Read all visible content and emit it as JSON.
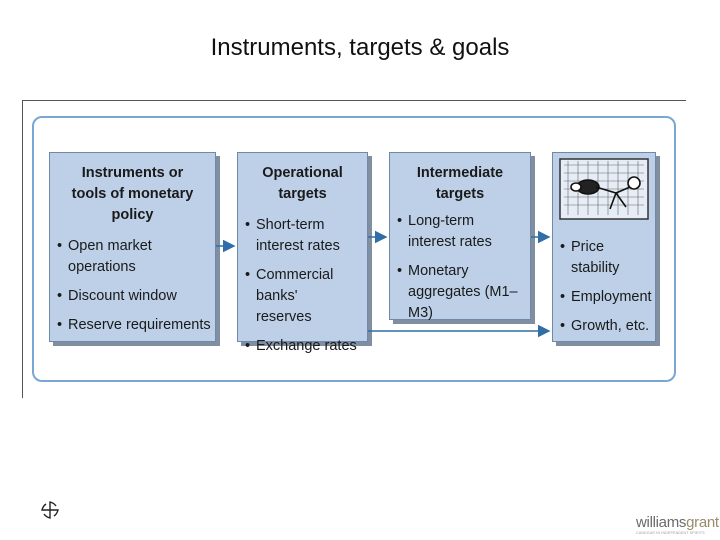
{
  "slide": {
    "title": "Instruments, targets & goals"
  },
  "diagram": {
    "boxes": [
      {
        "heading": "Instruments or\ntools of monetary\npolicy",
        "items": [
          "Open market operations",
          "Discount window",
          "Reserve requirements"
        ]
      },
      {
        "heading": "Operational targets",
        "items": [
          "Short-term\ninterest rates",
          "Commercial banks'\nreserves",
          "Exchange rates"
        ]
      },
      {
        "heading": "Intermediate\ntargets",
        "items": [
          "Long-term\ninterest rates",
          "Monetary\naggregates (M1–M3)"
        ]
      },
      {
        "heading": "",
        "items": [
          "Price stability",
          "Employment",
          "Growth, etc."
        ]
      }
    ],
    "bullet_char": "•",
    "colors": {
      "box_fill": "#bdd0e8",
      "arrow": "#2f6ea6",
      "frame": "#7aa6d6"
    }
  },
  "footer": {
    "logo_main": "williams",
    "logo_accent": "grant",
    "logo_tagline": "CANDOUR IN INDEPENDENT SPIRITS",
    "icon": "spiral-icon"
  }
}
